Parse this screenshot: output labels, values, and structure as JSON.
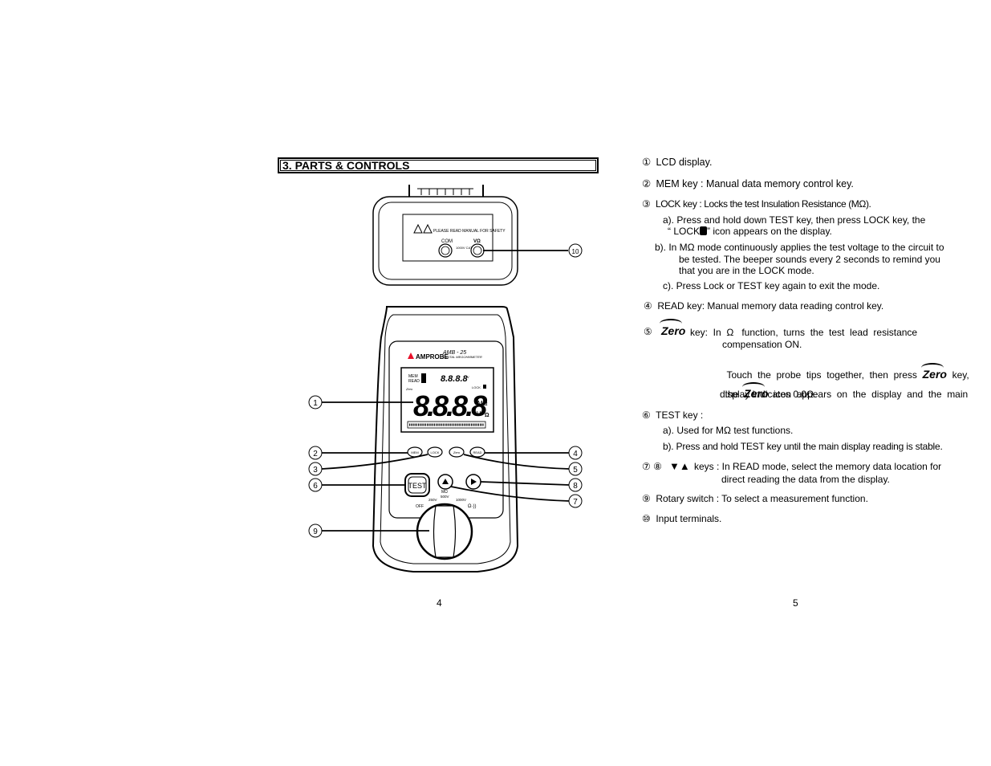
{
  "left_page": {
    "section_title": "3. PARTS & CONTROLS",
    "page_number": "4",
    "device": {
      "terminal_warning": "PLEASE READ MANUAL FOR SAFETY",
      "terminal_com": "COM",
      "terminal_vohm": "VΩ",
      "terminal_rating": "1000V CAT III",
      "brand": "AMPROBE",
      "model": "AMB - 25",
      "model_sub": "DIGITAL MEGOHMMETER",
      "lcd_mem": "MEM",
      "lcd_read": "READ",
      "lcd_small_digits": "8.8.8.8",
      "lcd_main_digits": "8.8.8.8",
      "lcd_lock": "LOCK",
      "lcd_zero": "Zero",
      "lcd_unit_mohm": "MΩ",
      "lcd_unit_v": "V",
      "lcd_unit_ohm": "Ω",
      "btn_mem": "MEM",
      "btn_lock": "LOCK",
      "btn_zero": "Zero",
      "btn_read": "READ",
      "btn_test": "TEST",
      "dial_off": "OFF",
      "dial_250": "250V",
      "dial_500": "500V",
      "dial_1000": "1000V",
      "dial_mohm": "MΩ",
      "dial_ohm": "Ω·))"
    },
    "callouts": [
      "1",
      "2",
      "3",
      "4",
      "5",
      "6",
      "7",
      "8",
      "9",
      "10"
    ]
  },
  "right_page": {
    "page_number": "5",
    "items": {
      "i1_num": "①",
      "i1_text": "LCD display.",
      "i2_num": "②",
      "i2_text": "MEM key : Manual data memory control key.",
      "i3_num": "③",
      "i3_text": "LOCK key : Locks the test  Insulation Resistance (MΩ).",
      "i3_a1": "a). Press and hold down TEST key, then press LOCK key, the",
      "i3_a2_pre": "“ LOCK",
      "i3_a2_post": "” icon appears on the display.",
      "i3_b1": "b). In MΩ  mode continuously applies the test voltage to the circuit to",
      "i3_b2": "be tested.  The beeper sounds every 2 seconds to remind you",
      "i3_b3": "that you are in the LOCK mode.",
      "i3_c": "c). Press Lock or TEST key again to exit the mode.",
      "i4_num": "④",
      "i4_text": "READ key: Manual memory data reading control key.",
      "i5_num": "⑤",
      "i5_zero": "Zero",
      "i5_l1": "key:  In  Ω   function,  turns  the  test  lead  resistance",
      "i5_l2": "compensation ON.",
      "i5_l3_pre": "Touch  the  probe  tips  together,  then  press",
      "i5_l3_post": "key,",
      "i5_l4_pre": "the",
      "i5_l4_post": "icon  appears  on  the  display  and  the  main",
      "i5_l5": "display indicates 0.0Ω.",
      "i6_num": "⑥",
      "i6_text": "TEST key :",
      "i6_a": "a). Used for MΩ  test functions.",
      "i6_b": "b). Press and hold TEST key until the main display reading is stable.",
      "i78_num": "⑦  ⑧",
      "i78_keys": "▼▲",
      "i78_l1": "keys : In READ mode, select the memory data location for",
      "i78_l2": "direct reading the data from the display.",
      "i9_num": "⑨",
      "i9_text": "Rotary switch : To select a measurement function.",
      "i10_num": "⑩",
      "i10_text": "Input terminals."
    }
  }
}
